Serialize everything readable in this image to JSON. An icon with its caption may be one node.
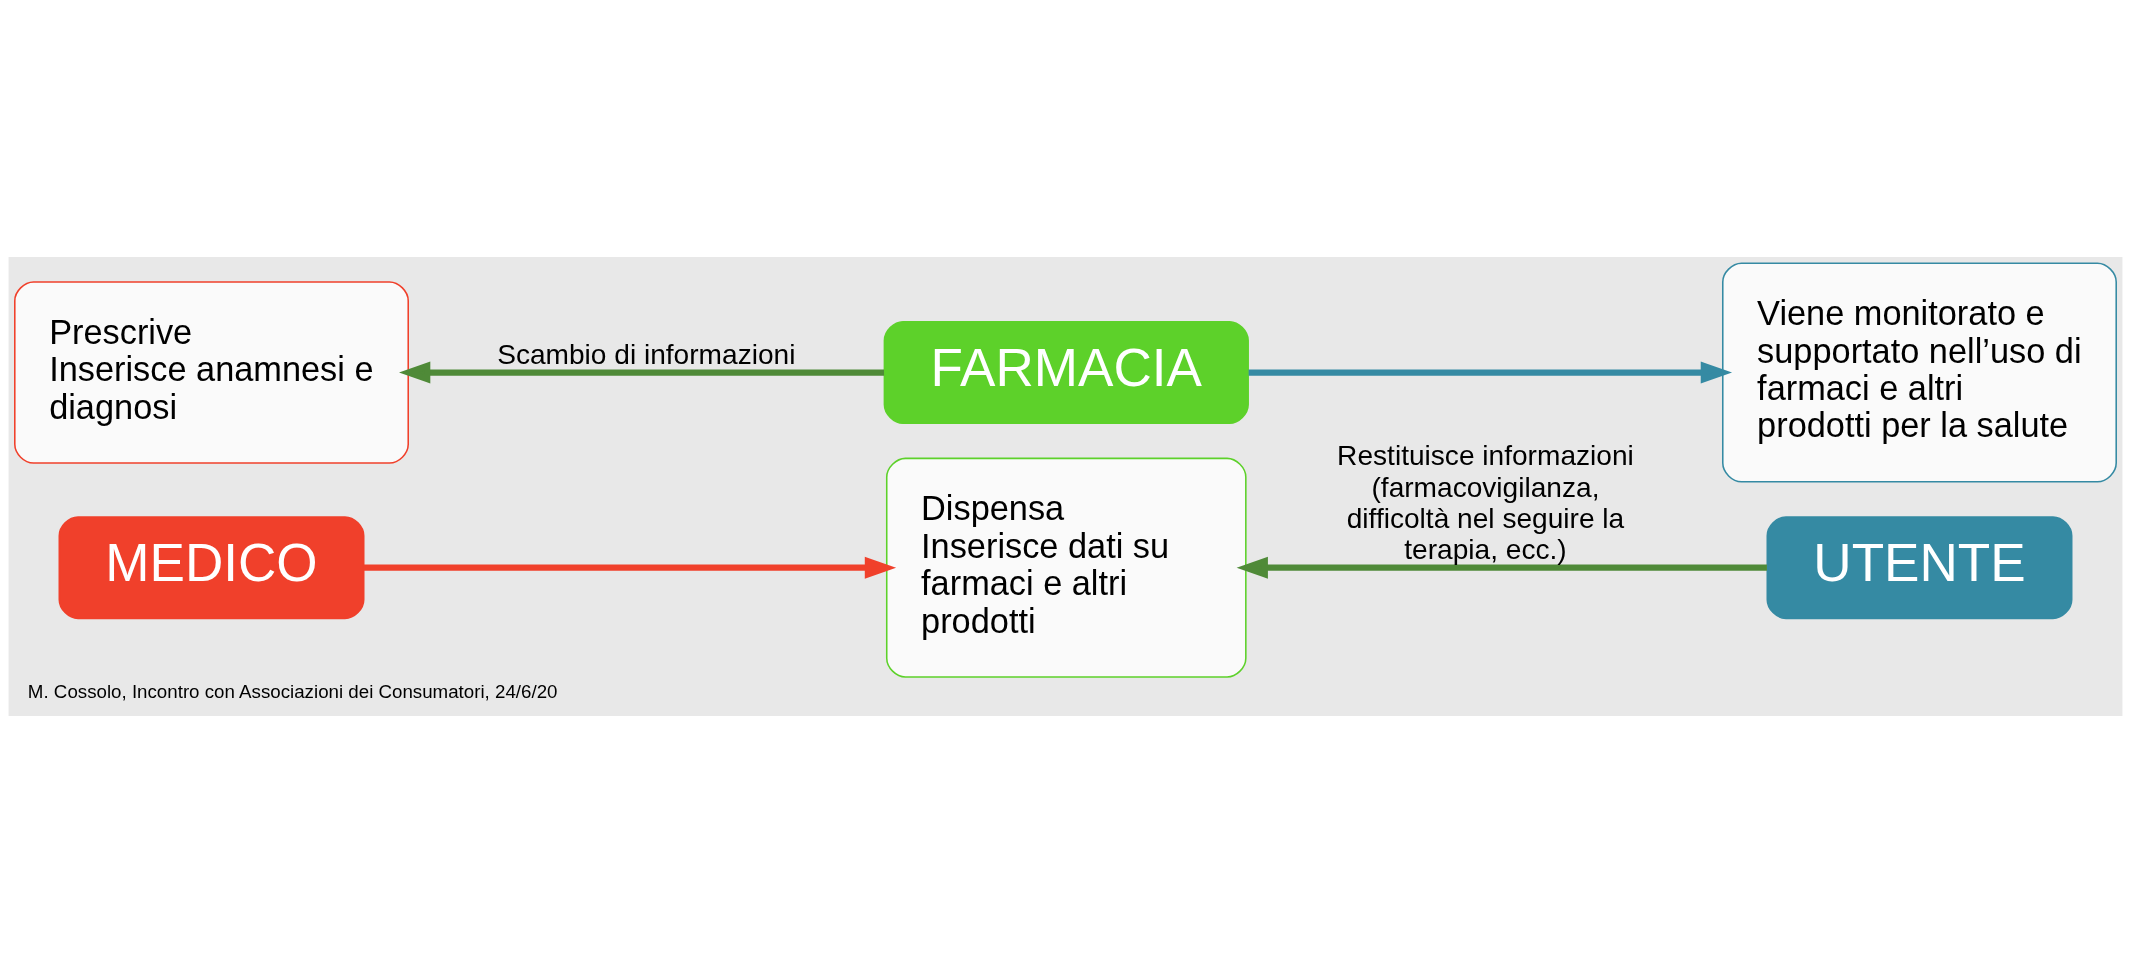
{
  "diagram": {
    "caption": "M. Cossolo, Incontro con Associazioni dei Consumatori, 24/6/20",
    "nodes": [
      {
        "text": [
          "MEDICO"
        ]
      },
      {
        "text": [
          "Prescrive",
          "Inserisce anamnesi e diagnosi"
        ]
      },
      {
        "text": [
          "FARMACIA"
        ]
      },
      {
        "text": [
          "Dispensa",
          "Inserisce dati su farmaci e altri prodotti"
        ]
      },
      {
        "text": [
          "UTENTE"
        ]
      },
      {
        "text": [
          "Viene monitorato e supportato nell’uso di farmaci e altri prodotti per la salute"
        ]
      }
    ],
    "edges": [
      {
        "from": 2,
        "to": 1,
        "arrow": "to",
        "label": "Scambio di informazioni",
        "color": "#4f8a38"
      },
      {
        "from": 0,
        "to": 3,
        "arrow": "to",
        "color": "#f0402b"
      },
      {
        "from": 2,
        "to": 5,
        "arrow": "to",
        "color": "#358aa3"
      },
      {
        "from": 4,
        "to": 3,
        "arrow": "to",
        "label": "Restituisce informazioni (farmacovigilanza, difficoltà nel seguire la terapia, ecc.)",
        "color": "#4f8a38"
      }
    ]
  }
}
